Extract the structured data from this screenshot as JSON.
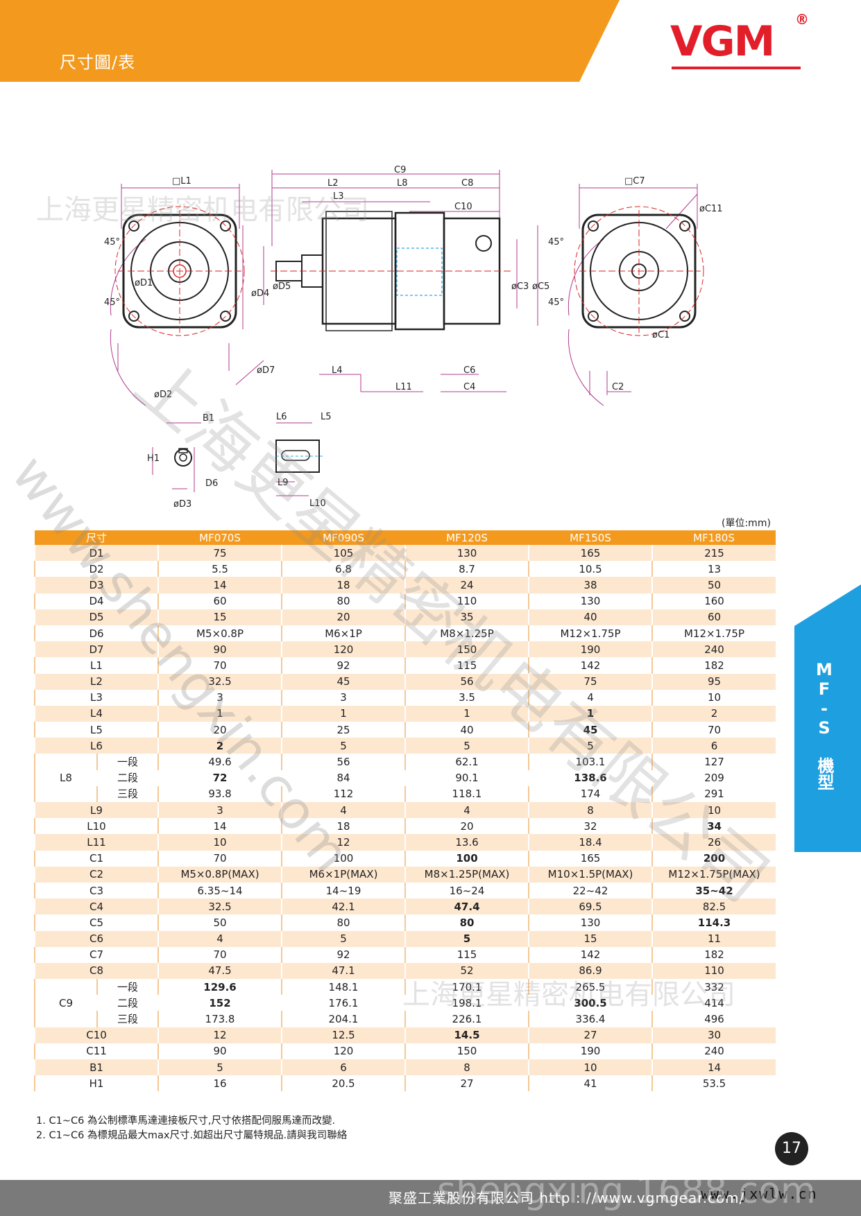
{
  "header": {
    "title": "尺寸圖/表"
  },
  "brand": {
    "name": "VGM",
    "reg": "®",
    "color": "#e11e2a"
  },
  "colors": {
    "accent": "#f39a1e",
    "row_alt": "#fde7cf",
    "side": "#1d9fe0"
  },
  "drawing_labels": {
    "c9": "C9",
    "l1": "□L1",
    "l2": "L2",
    "l8": "L8",
    "c8": "C8",
    "l3": "L3",
    "c10": "C10",
    "c7": "□C7",
    "c11": "øC11",
    "d1": "øD1",
    "d2": "øD2",
    "d4": "øD4",
    "d5": "øD5",
    "d7": "øD7",
    "c3": "øC3",
    "c5": "øC5",
    "c1": "øC1",
    "l4": "L4",
    "l11": "L11",
    "c6": "C6",
    "c4": "C4",
    "c2": "C2",
    "b1": "B1",
    "h1": "H1",
    "d6": "D6",
    "d3": "øD3",
    "l6": "L6",
    "l5": "L5",
    "l9": "L9",
    "l10": "L10",
    "angle": "45°"
  },
  "unit": "(單位:mm)",
  "table": {
    "headers": [
      "尺寸",
      "MF070S",
      "MF090S",
      "MF120S",
      "MF150S",
      "MF180S"
    ],
    "rows": [
      {
        "label": "D1",
        "sub": "",
        "vals": [
          "75",
          "105",
          "130",
          "165",
          "215"
        ]
      },
      {
        "label": "D2",
        "sub": "",
        "vals": [
          "5.5",
          "6.8",
          "8.7",
          "10.5",
          "13"
        ]
      },
      {
        "label": "D3",
        "sub": "",
        "vals": [
          "14",
          "18",
          "24",
          "38",
          "50"
        ]
      },
      {
        "label": "D4",
        "sub": "",
        "vals": [
          "60",
          "80",
          "110",
          "130",
          "160"
        ]
      },
      {
        "label": "D5",
        "sub": "",
        "vals": [
          "15",
          "20",
          "35",
          "40",
          "60"
        ]
      },
      {
        "label": "D6",
        "sub": "",
        "vals": [
          "M5×0.8P",
          "M6×1P",
          "M8×1.25P",
          "M12×1.75P",
          "M12×1.75P"
        ]
      },
      {
        "label": "D7",
        "sub": "",
        "vals": [
          "90",
          "120",
          "150",
          "190",
          "240"
        ]
      },
      {
        "label": "L1",
        "sub": "",
        "vals": [
          "70",
          "92",
          "115",
          "142",
          "182"
        ]
      },
      {
        "label": "L2",
        "sub": "",
        "vals": [
          "32.5",
          "45",
          "56",
          "75",
          "95"
        ]
      },
      {
        "label": "L3",
        "sub": "",
        "vals": [
          "3",
          "3",
          "3.5",
          "4",
          "10"
        ]
      },
      {
        "label": "L4",
        "sub": "",
        "vals": [
          "1",
          "1",
          "1",
          "1",
          "2"
        ]
      },
      {
        "label": "L5",
        "sub": "",
        "vals": [
          "20",
          "25",
          "40",
          "45",
          "70"
        ]
      },
      {
        "label": "L6",
        "sub": "",
        "vals": [
          "2",
          "5",
          "5",
          "5",
          "6"
        ]
      },
      {
        "label": "L8",
        "sub": "一段",
        "vals": [
          "49.6",
          "56",
          "62.1",
          "103.1",
          "127"
        ]
      },
      {
        "label": "",
        "sub": "二段",
        "vals": [
          "72",
          "84",
          "90.1",
          "138.6",
          "209"
        ]
      },
      {
        "label": "",
        "sub": "三段",
        "vals": [
          "93.8",
          "112",
          "118.1",
          "174",
          "291"
        ]
      },
      {
        "label": "L9",
        "sub": "",
        "vals": [
          "3",
          "4",
          "4",
          "8",
          "10"
        ]
      },
      {
        "label": "L10",
        "sub": "",
        "vals": [
          "14",
          "18",
          "20",
          "32",
          "34"
        ]
      },
      {
        "label": "L11",
        "sub": "",
        "vals": [
          "10",
          "12",
          "13.6",
          "18.4",
          "26"
        ]
      },
      {
        "label": "C1",
        "sub": "",
        "vals": [
          "70",
          "100",
          "100",
          "165",
          "200"
        ]
      },
      {
        "label": "C2",
        "sub": "",
        "vals": [
          "M5×0.8P(MAX)",
          "M6×1P(MAX)",
          "M8×1.25P(MAX)",
          "M10×1.5P(MAX)",
          "M12×1.75P(MAX)"
        ]
      },
      {
        "label": "C3",
        "sub": "",
        "vals": [
          "6.35~14",
          "14~19",
          "16~24",
          "22~42",
          "35~42"
        ]
      },
      {
        "label": "C4",
        "sub": "",
        "vals": [
          "32.5",
          "42.1",
          "47.4",
          "69.5",
          "82.5"
        ]
      },
      {
        "label": "C5",
        "sub": "",
        "vals": [
          "50",
          "80",
          "80",
          "130",
          "114.3"
        ]
      },
      {
        "label": "C6",
        "sub": "",
        "vals": [
          "4",
          "5",
          "5",
          "15",
          "11"
        ]
      },
      {
        "label": "C7",
        "sub": "",
        "vals": [
          "70",
          "92",
          "115",
          "142",
          "182"
        ]
      },
      {
        "label": "C8",
        "sub": "",
        "vals": [
          "47.5",
          "47.1",
          "52",
          "86.9",
          "110"
        ]
      },
      {
        "label": "C9",
        "sub": "一段",
        "vals": [
          "129.6",
          "148.1",
          "170.1",
          "265.5",
          "332"
        ]
      },
      {
        "label": "",
        "sub": "二段",
        "vals": [
          "152",
          "176.1",
          "198.1",
          "300.5",
          "414"
        ]
      },
      {
        "label": "",
        "sub": "三段",
        "vals": [
          "173.8",
          "204.1",
          "226.1",
          "336.4",
          "496"
        ]
      },
      {
        "label": "C10",
        "sub": "",
        "vals": [
          "12",
          "12.5",
          "14.5",
          "27",
          "30"
        ]
      },
      {
        "label": "C11",
        "sub": "",
        "vals": [
          "90",
          "120",
          "150",
          "190",
          "240"
        ]
      },
      {
        "label": "B1",
        "sub": "",
        "vals": [
          "5",
          "6",
          "8",
          "10",
          "14"
        ]
      },
      {
        "label": "H1",
        "sub": "",
        "vals": [
          "16",
          "20.5",
          "27",
          "41",
          "53.5"
        ]
      }
    ]
  },
  "notes": [
    "1. C1~C6 為公制標準馬達連接板尺寸,尺寸依搭配伺服馬達而改變.",
    "2. C1~C6 為標規品最大max尺寸.如超出尺寸屬特規品.請與我司聯絡"
  ],
  "side_tab": {
    "text": "MF-S 機型"
  },
  "page_number": "17",
  "footer": {
    "company": "聚盛工業股份有限公司   http : //www.vgmgear.com/",
    "website": "www.jxwlw.cn"
  },
  "watermarks": {
    "w1": "上海更星精密机电有限公司",
    "w2": "上海更星精密机电有限公司",
    "w3": "www.shengxin.com",
    "w4": "上海更星精密机电有限公司",
    "w5": "shengxing.1688.com"
  }
}
